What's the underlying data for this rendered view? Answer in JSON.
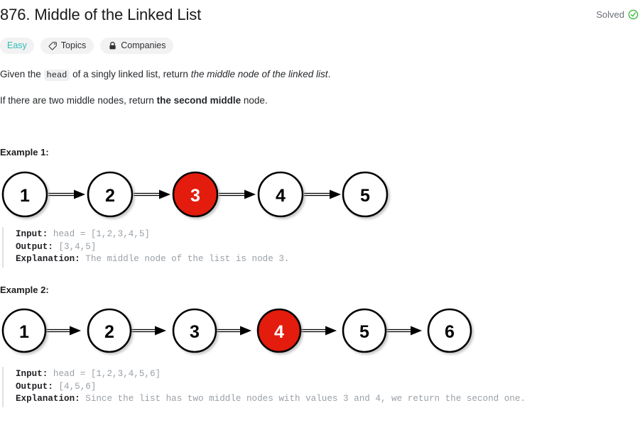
{
  "header": {
    "title": "876. Middle of the Linked List",
    "status_label": "Solved",
    "status_icon": "check-circle-icon",
    "status_color": "#2eb82e"
  },
  "badges": [
    {
      "label": "Easy",
      "icon": null,
      "color": "#2cbcb4"
    },
    {
      "label": "Topics",
      "icon": "tag-icon",
      "color": "#2f3033"
    },
    {
      "label": "Companies",
      "icon": "lock-icon",
      "color": "#2f3033"
    }
  ],
  "description": {
    "p1_before": "Given the ",
    "p1_code": "head",
    "p1_middle": " of a singly linked list, return ",
    "p1_italic": "the middle node of the linked list",
    "p1_after": ".",
    "p2_before": "If there are two middle nodes, return ",
    "p2_bold": "the second middle",
    "p2_after": " node."
  },
  "examples": [
    {
      "heading": "Example 1:",
      "diagram": {
        "nodes": [
          "1",
          "2",
          "3",
          "4",
          "5"
        ],
        "highlighted_index": 2,
        "highlight_color": "#e31c0d",
        "node_fill": "#ffffff",
        "node_stroke": "#000000"
      },
      "input_label": "Input:",
      "input_value": " head = [1,2,3,4,5]",
      "output_label": "Output:",
      "output_value": " [3,4,5]",
      "explanation_label": "Explanation:",
      "explanation_value": " The middle node of the list is node 3."
    },
    {
      "heading": "Example 2:",
      "diagram": {
        "nodes": [
          "1",
          "2",
          "3",
          "4",
          "5",
          "6"
        ],
        "highlighted_index": 3,
        "highlight_color": "#e31c0d",
        "node_fill": "#ffffff",
        "node_stroke": "#000000"
      },
      "input_label": "Input:",
      "input_value": " head = [1,2,3,4,5,6]",
      "output_label": "Output:",
      "output_value": " [4,5,6]",
      "explanation_label": "Explanation:",
      "explanation_value": " Since the list has two middle nodes with values 3 and 4, we return the second one."
    }
  ]
}
